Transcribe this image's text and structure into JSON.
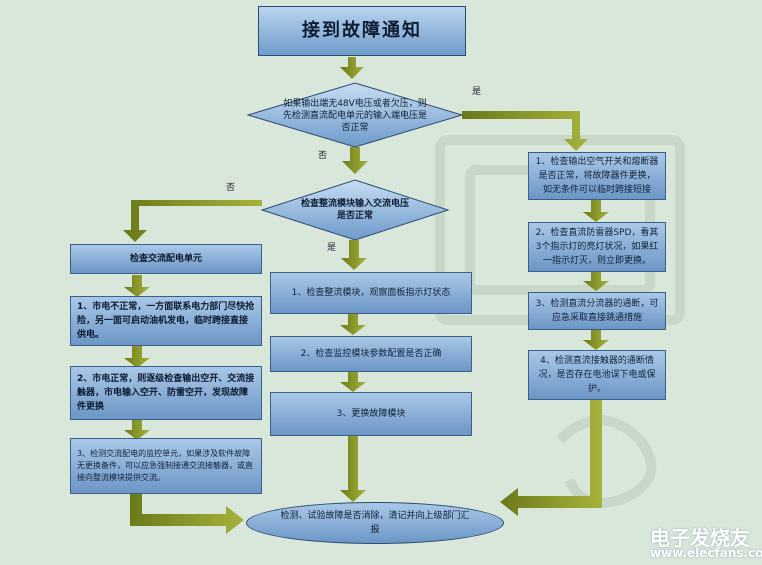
{
  "title": "接到故障通知",
  "decision1": "如果输出端无48V电压或者欠压，则先检测直流配电单元的输入端电压是否正常",
  "decision2": "检查整流模块输入交流电压是否正常",
  "labels": {
    "yes1": "是",
    "no1": "否",
    "no2": "否",
    "yes2": "是"
  },
  "left_column": {
    "header": "检查交流配电单元",
    "step1": "1、市电不正常，一方面联系电力部门尽快抢险，另一面可启动油机发电，临时跨接直接供电。",
    "step2": "2、市电正常，则逐级检查输出空开、交流接触器，市电输入空开、防雷空开，发现故障件更换",
    "step3": "3、检测交流配电的监控单元，如果涉及软件故障无更换备件，可以应急强制接通交流接触器，或直接向整流模块提供交流。"
  },
  "middle_column": {
    "step1": "1、检查整流模块，观察面板指示灯状态",
    "step2": "2、检查监控模块参数配置是否正确",
    "step3": "3、更换故障模块"
  },
  "right_column": {
    "step1": "1、检查输出空气开关和熔断器是否正常，将故障器件更换，如无条件可以临时跨接短接",
    "step2": "2、检查直流防雷器SPD，看其3个指示灯的亮灯状况，如果红一指示灯灭，则立即更换。",
    "step3": "3、检测直流分流器的通断，可应急采取直接跳通措施",
    "step4": "4、检测直流接触器的通断情况，是否存在电池误下电或保护。"
  },
  "final": "检测、试验故障是否消除，清记并向上级部门汇报",
  "watermark": {
    "main": "电子发烧友",
    "sub": "www.elecfans.com"
  }
}
